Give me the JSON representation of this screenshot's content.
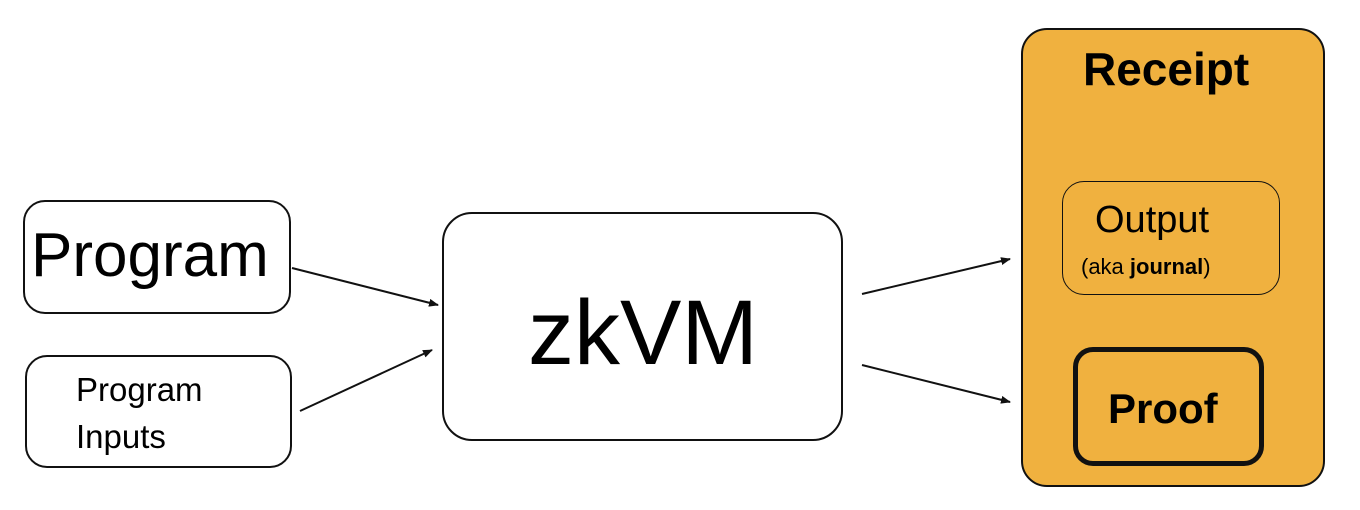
{
  "nodes": {
    "program": {
      "label": "Program"
    },
    "program_inputs": {
      "line1": "Program",
      "line2": "Inputs"
    },
    "zkvm": {
      "label": "zkVM"
    },
    "receipt": {
      "title": "Receipt",
      "output": {
        "label": "Output",
        "note_prefix": "(aka ",
        "note_bold": "journal",
        "note_suffix": ")"
      },
      "proof": {
        "label": "Proof"
      }
    }
  },
  "colors": {
    "receipt_fill": "#F0B13F",
    "stroke": "#111111"
  }
}
